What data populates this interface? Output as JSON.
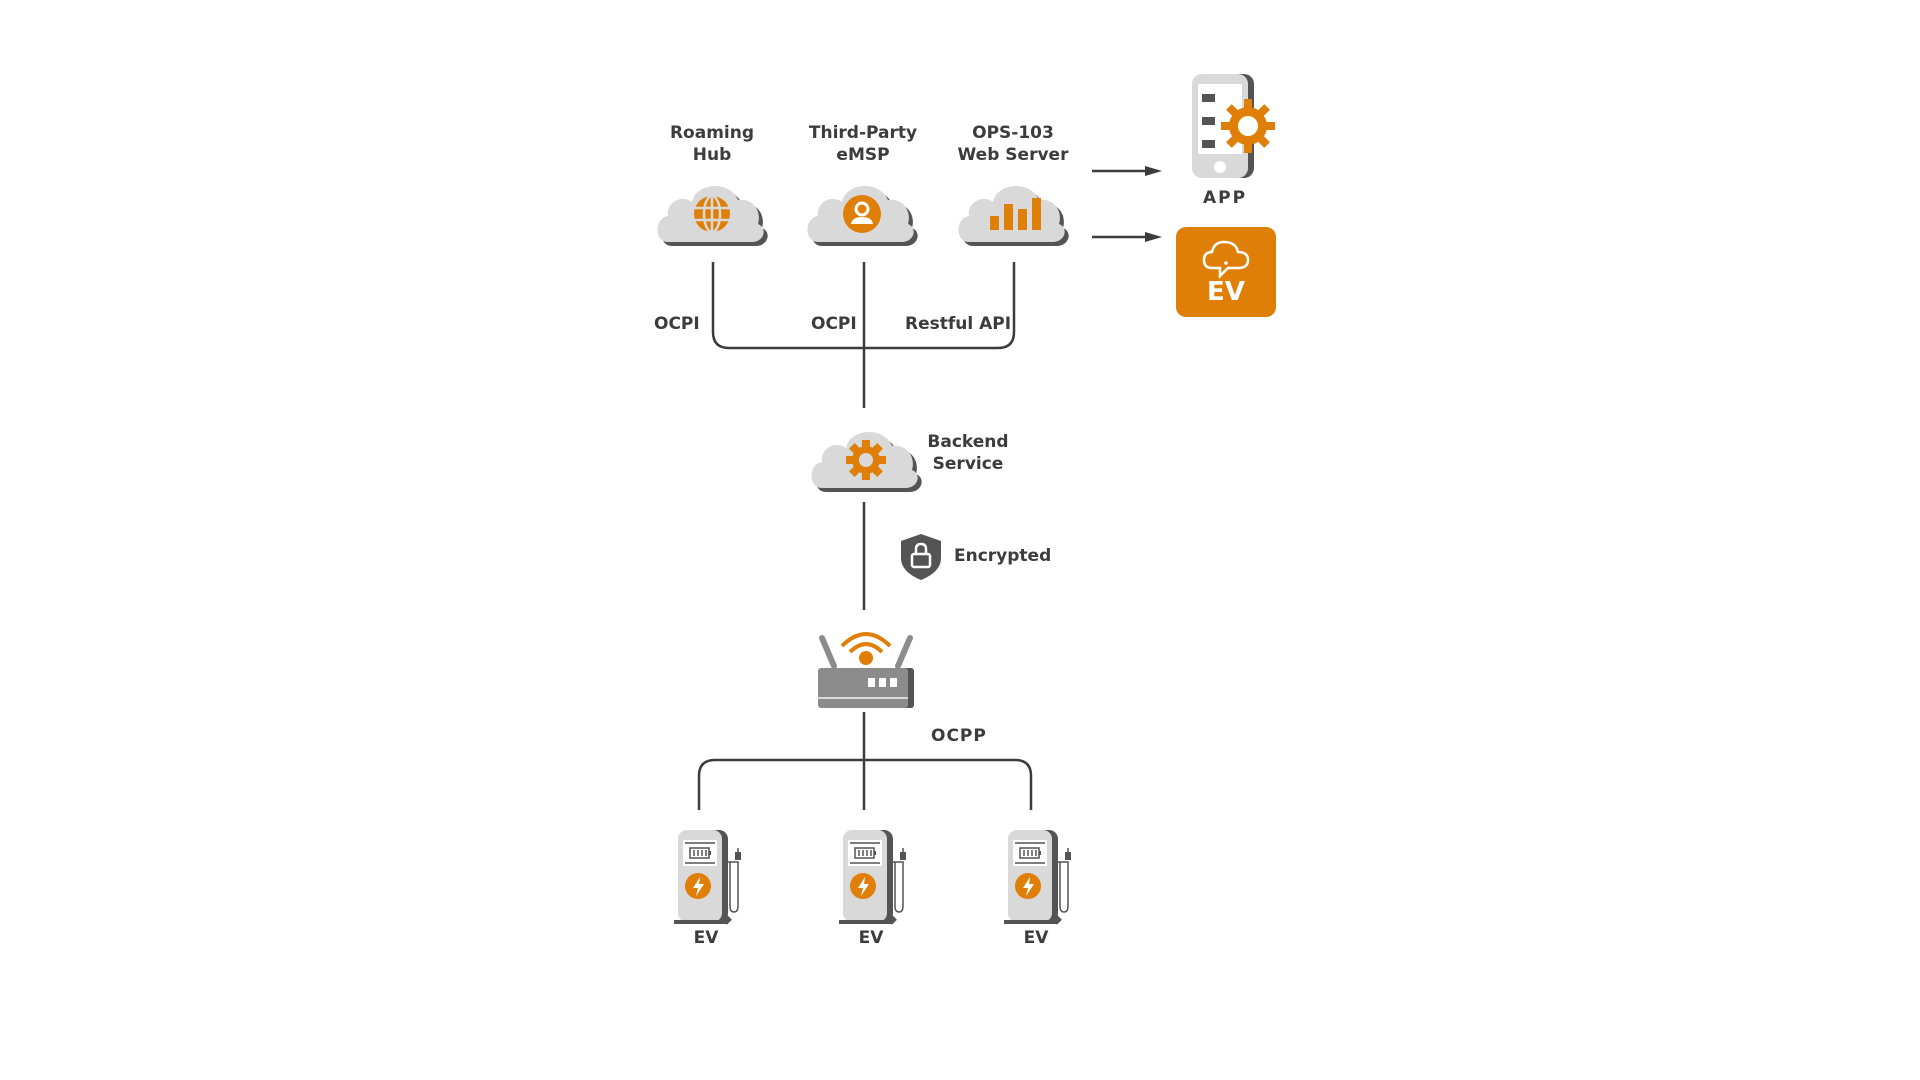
{
  "colors": {
    "accent": "#df7f07",
    "cloud": "#d9d9d9",
    "shadow": "#545454",
    "line": "#3d3b3c",
    "device_gray": "#8c8c8c",
    "text": "#3d3b3c"
  },
  "clouds": [
    {
      "id": "roaming-hub",
      "label": "Roaming\nHub",
      "icon": "globe-icon"
    },
    {
      "id": "third-party-emsp",
      "label": "Third-Party\neMSP",
      "icon": "user-icon"
    },
    {
      "id": "ops-web-server",
      "label": "OPS-103\nWeb Server",
      "icon": "bar-chart-icon"
    }
  ],
  "outputs": {
    "app_label": "APP",
    "ev_badge_label": "EV"
  },
  "protocols": {
    "roaming": "OCPI",
    "emsp": "OCPI",
    "web": "Restful API",
    "charger": "OCPP"
  },
  "backend": {
    "label": "Backend\nService",
    "icon": "gear-icon"
  },
  "security": {
    "label": "Encrypted",
    "icon": "shield-lock-icon"
  },
  "gateway": {
    "icon": "wifi-router-icon"
  },
  "chargers": [
    {
      "label": "EV"
    },
    {
      "label": "EV"
    },
    {
      "label": "EV"
    }
  ]
}
